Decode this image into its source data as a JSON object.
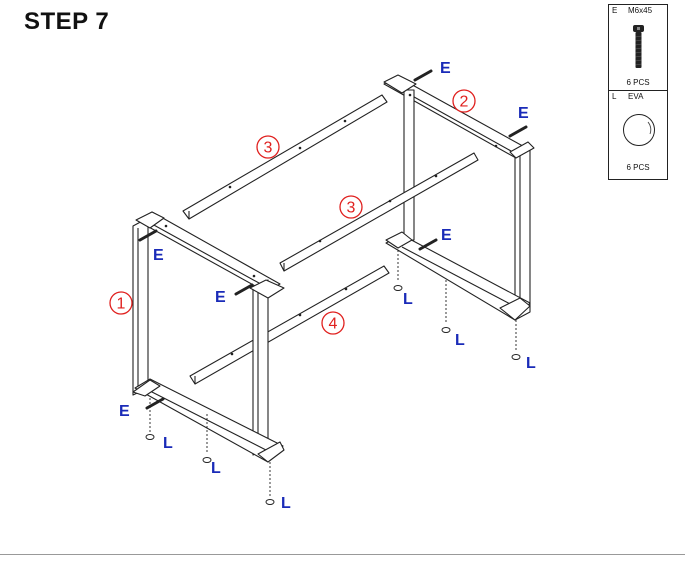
{
  "title": "STEP 7",
  "parts": [
    {
      "letter": "E",
      "name": "M6x45",
      "qty": "6 PCS",
      "icon": "bolt-icon"
    },
    {
      "letter": "L",
      "name": "EVA",
      "qty": "6 PCS",
      "icon": "eva-pad-icon"
    }
  ],
  "callouts": {
    "part1": "1",
    "part2": "2",
    "part3a": "3",
    "part3b": "3",
    "part4": "4"
  },
  "labels": {
    "e": "E",
    "l": "L"
  },
  "colors": {
    "callout": "#e0201e",
    "label": "#1a2bb8",
    "line": "#222222"
  }
}
